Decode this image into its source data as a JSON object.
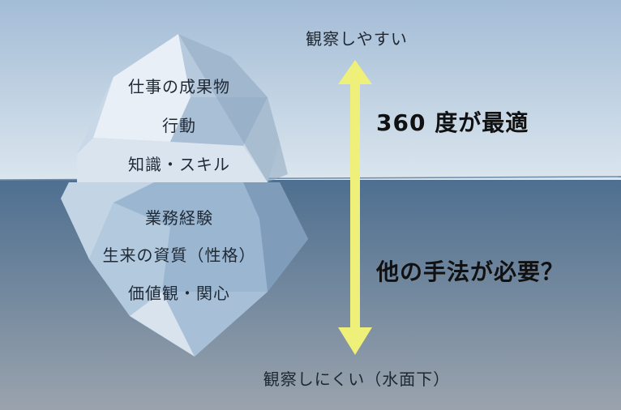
{
  "colors": {
    "sky_top": "#a3bcd6",
    "sky_bottom": "#dbe6ee",
    "water_top": "#4e6f90",
    "water_bottom": "#9aa3ad",
    "arrow": "#eef07a",
    "ice_light": "#e9f0f7",
    "ice_mid": "#c8d8e8",
    "ice_shadow": "#8ba4bf"
  },
  "top_caption": "観察しやすい",
  "bottom_caption": "観察しにくい（水面下）",
  "right_labels": {
    "upper": "360 度が最適",
    "lower": "他の手法が必要？"
  },
  "iceberg_labels": {
    "above_water": [
      "仕事の成果物",
      "行動",
      "知識・スキル"
    ],
    "below_water": [
      "業務経験",
      "生来の資質（性格）",
      "価値観・関心"
    ]
  }
}
